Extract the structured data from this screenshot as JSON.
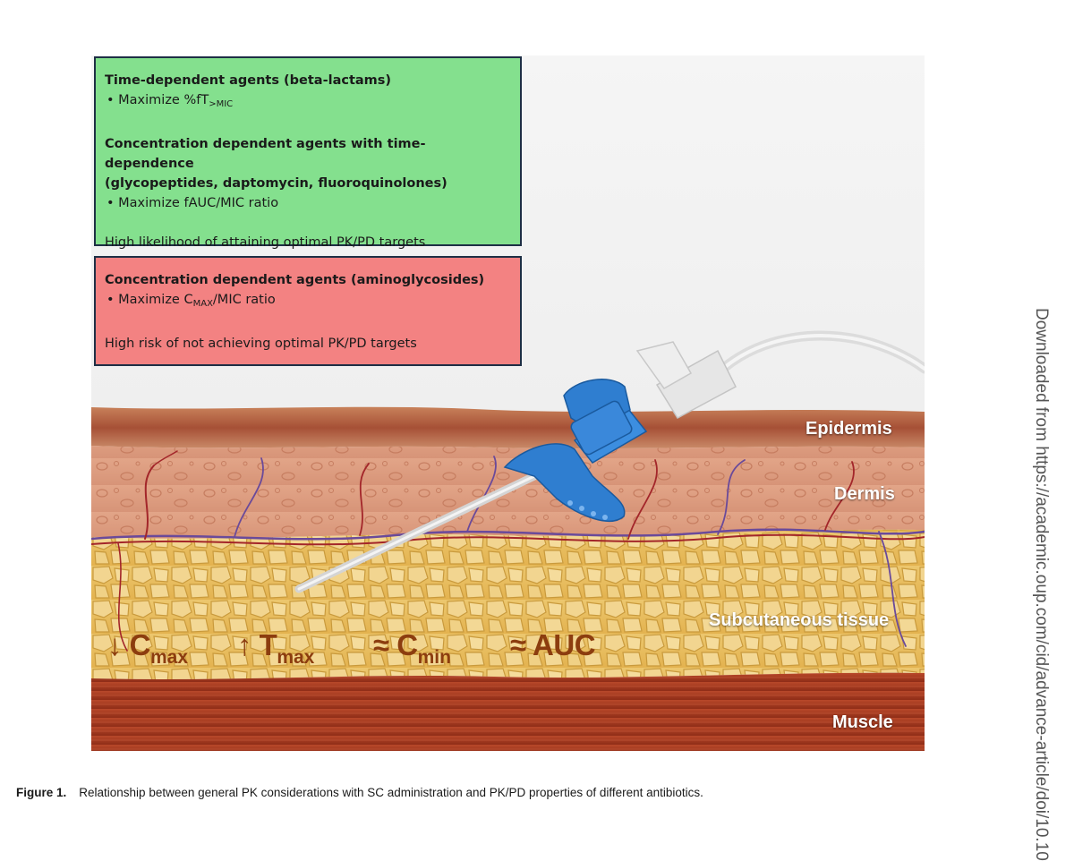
{
  "green_box": {
    "time_dep_title": "Time-dependent agents (beta-lactams)",
    "time_dep_bullet_prefix": "• Maximize %fT",
    "time_dep_bullet_sub": ">MIC",
    "conc_time_title_line1": "Concentration dependent agents with time-dependence",
    "conc_time_title_line2": "(glycopeptides, daptomycin, fluoroquinolones)",
    "conc_time_bullet": "• Maximize fAUC/MIC ratio",
    "likelihood": "High likelihood of attaining optimal PK/PD targets",
    "color": "#84e08e"
  },
  "red_box": {
    "conc_title": "Concentration dependent agents (aminoglycosides)",
    "conc_bullet_prefix": "• Maximize C",
    "conc_bullet_sub": "MAX",
    "conc_bullet_suffix": "/MIC ratio",
    "risk": "High risk of not achieving optimal PK/PD targets",
    "color": "#f38282"
  },
  "layers": {
    "epidermis": "Epidermis",
    "dermis": "Dermis",
    "subcutaneous": "Subcutaneous tissue",
    "muscle": "Muscle"
  },
  "pk_effects": [
    {
      "symbol": "↓ C",
      "sub": "max"
    },
    {
      "symbol": "↑ T",
      "sub": "max"
    },
    {
      "symbol": "≈ C",
      "sub": "min"
    },
    {
      "symbol": "≈ AUC",
      "sub": ""
    }
  ],
  "caption": {
    "label": "Figure 1.",
    "text": "Relationship between general PK considerations with SC administration and PK/PD properties of different antibiotics."
  },
  "side_note": "Downloaded from https://academic.oup.com/cid/advance-article/doi/10.10",
  "icons": {
    "catheter": "iv-catheter-icon"
  }
}
